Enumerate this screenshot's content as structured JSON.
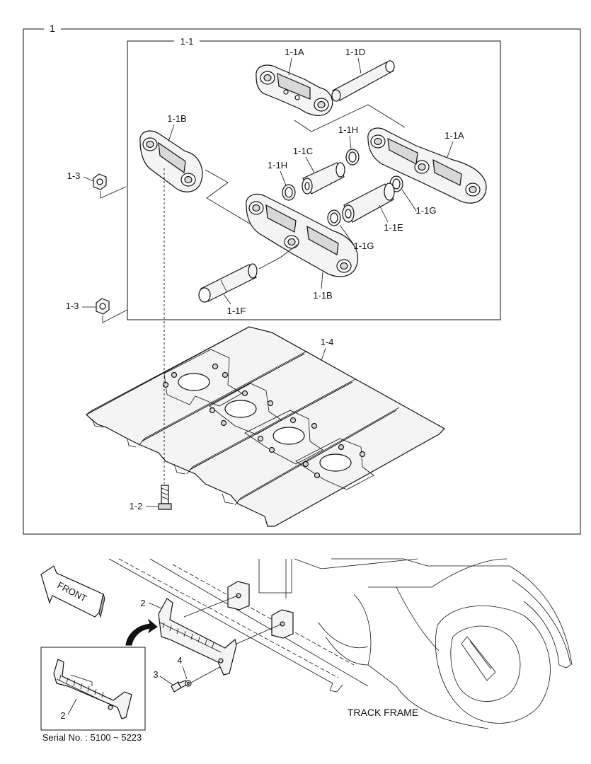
{
  "labels": {
    "assembly": "1",
    "subassembly": "1-1",
    "link_a_top": "1-1A",
    "pin_d": "1-1D",
    "link_b_left": "1-1B",
    "seal_h_upper": "1-1H",
    "link_a_right": "1-1A",
    "bushing_c": "1-1C",
    "seal_h_lower": "1-1H",
    "nut_upper": "1-3",
    "seal_g_right": "1-1G",
    "bushing_e": "1-1E",
    "seal_g_lower": "1-1G",
    "link_b_lower": "1-1B",
    "nut_lower": "1-3",
    "pin_f": "1-1F",
    "shoe": "1-4",
    "bolt": "1-2",
    "guard": "2",
    "guard_inset": "2",
    "bolt_small": "3",
    "washer": "4",
    "front": "FRONT",
    "track_frame": "TRACK FRAME",
    "serial": "Serial No. : 5100 ~ 5223"
  },
  "icons": {
    "front_arrow": "front-arrow-icon",
    "rotate_arrow": "rotate-arrow-icon"
  }
}
